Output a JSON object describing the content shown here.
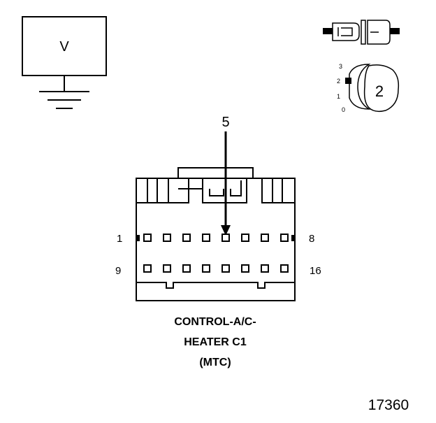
{
  "meter": {
    "label": "V"
  },
  "key_switch": {
    "positions": [
      "3",
      "2",
      "1",
      "0"
    ],
    "position_label": "2"
  },
  "probe": {
    "pin_label": "5"
  },
  "connector": {
    "pin_labels": {
      "top_left": "1",
      "top_right": "8",
      "bottom_left": "9",
      "bottom_right": "16"
    },
    "caption_lines": [
      "CONTROL-A/C-",
      "HEATER C1",
      "(MTC)"
    ]
  },
  "figure_id": "17360"
}
